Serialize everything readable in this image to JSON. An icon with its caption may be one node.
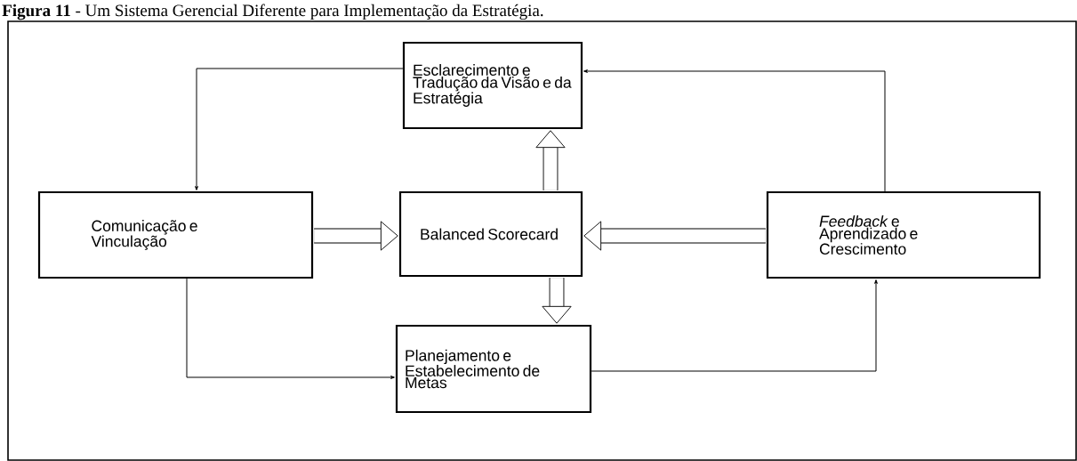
{
  "diagram": {
    "title": "**Figura 11** - Um Sistema Gerencial Diferente para Implementação da Estratégia.",
    "nodes": [
      {
        "text": [
          "Esclarecimento e Tradução da Visão e da Estratégia"
        ]
      },
      {
        "text": [
          "Comunicação e Vinculação"
        ]
      },
      {
        "text": [
          "Balanced Scorecard"
        ]
      },
      {
        "text": [
          "*Feedback* e Aprendizado e Crescimento"
        ]
      },
      {
        "text": [
          "Planejamento e Estabelecimento de Metas"
        ]
      }
    ],
    "edges": [
      {
        "from": 0,
        "to": 1,
        "arrow": "to"
      },
      {
        "from": 1,
        "to": 2,
        "arrow": "to",
        "style": "thick"
      },
      {
        "from": 2,
        "to": 0,
        "arrow": "to",
        "style": "thick"
      },
      {
        "from": 3,
        "to": 2,
        "arrow": "to",
        "style": "thick"
      },
      {
        "from": 2,
        "to": 4,
        "arrow": "to",
        "style": "thick"
      },
      {
        "from": 1,
        "to": 4,
        "arrow": "to"
      },
      {
        "from": 4,
        "to": 3,
        "arrow": "to"
      },
      {
        "from": 3,
        "to": 0,
        "arrow": "to"
      }
    ]
  }
}
